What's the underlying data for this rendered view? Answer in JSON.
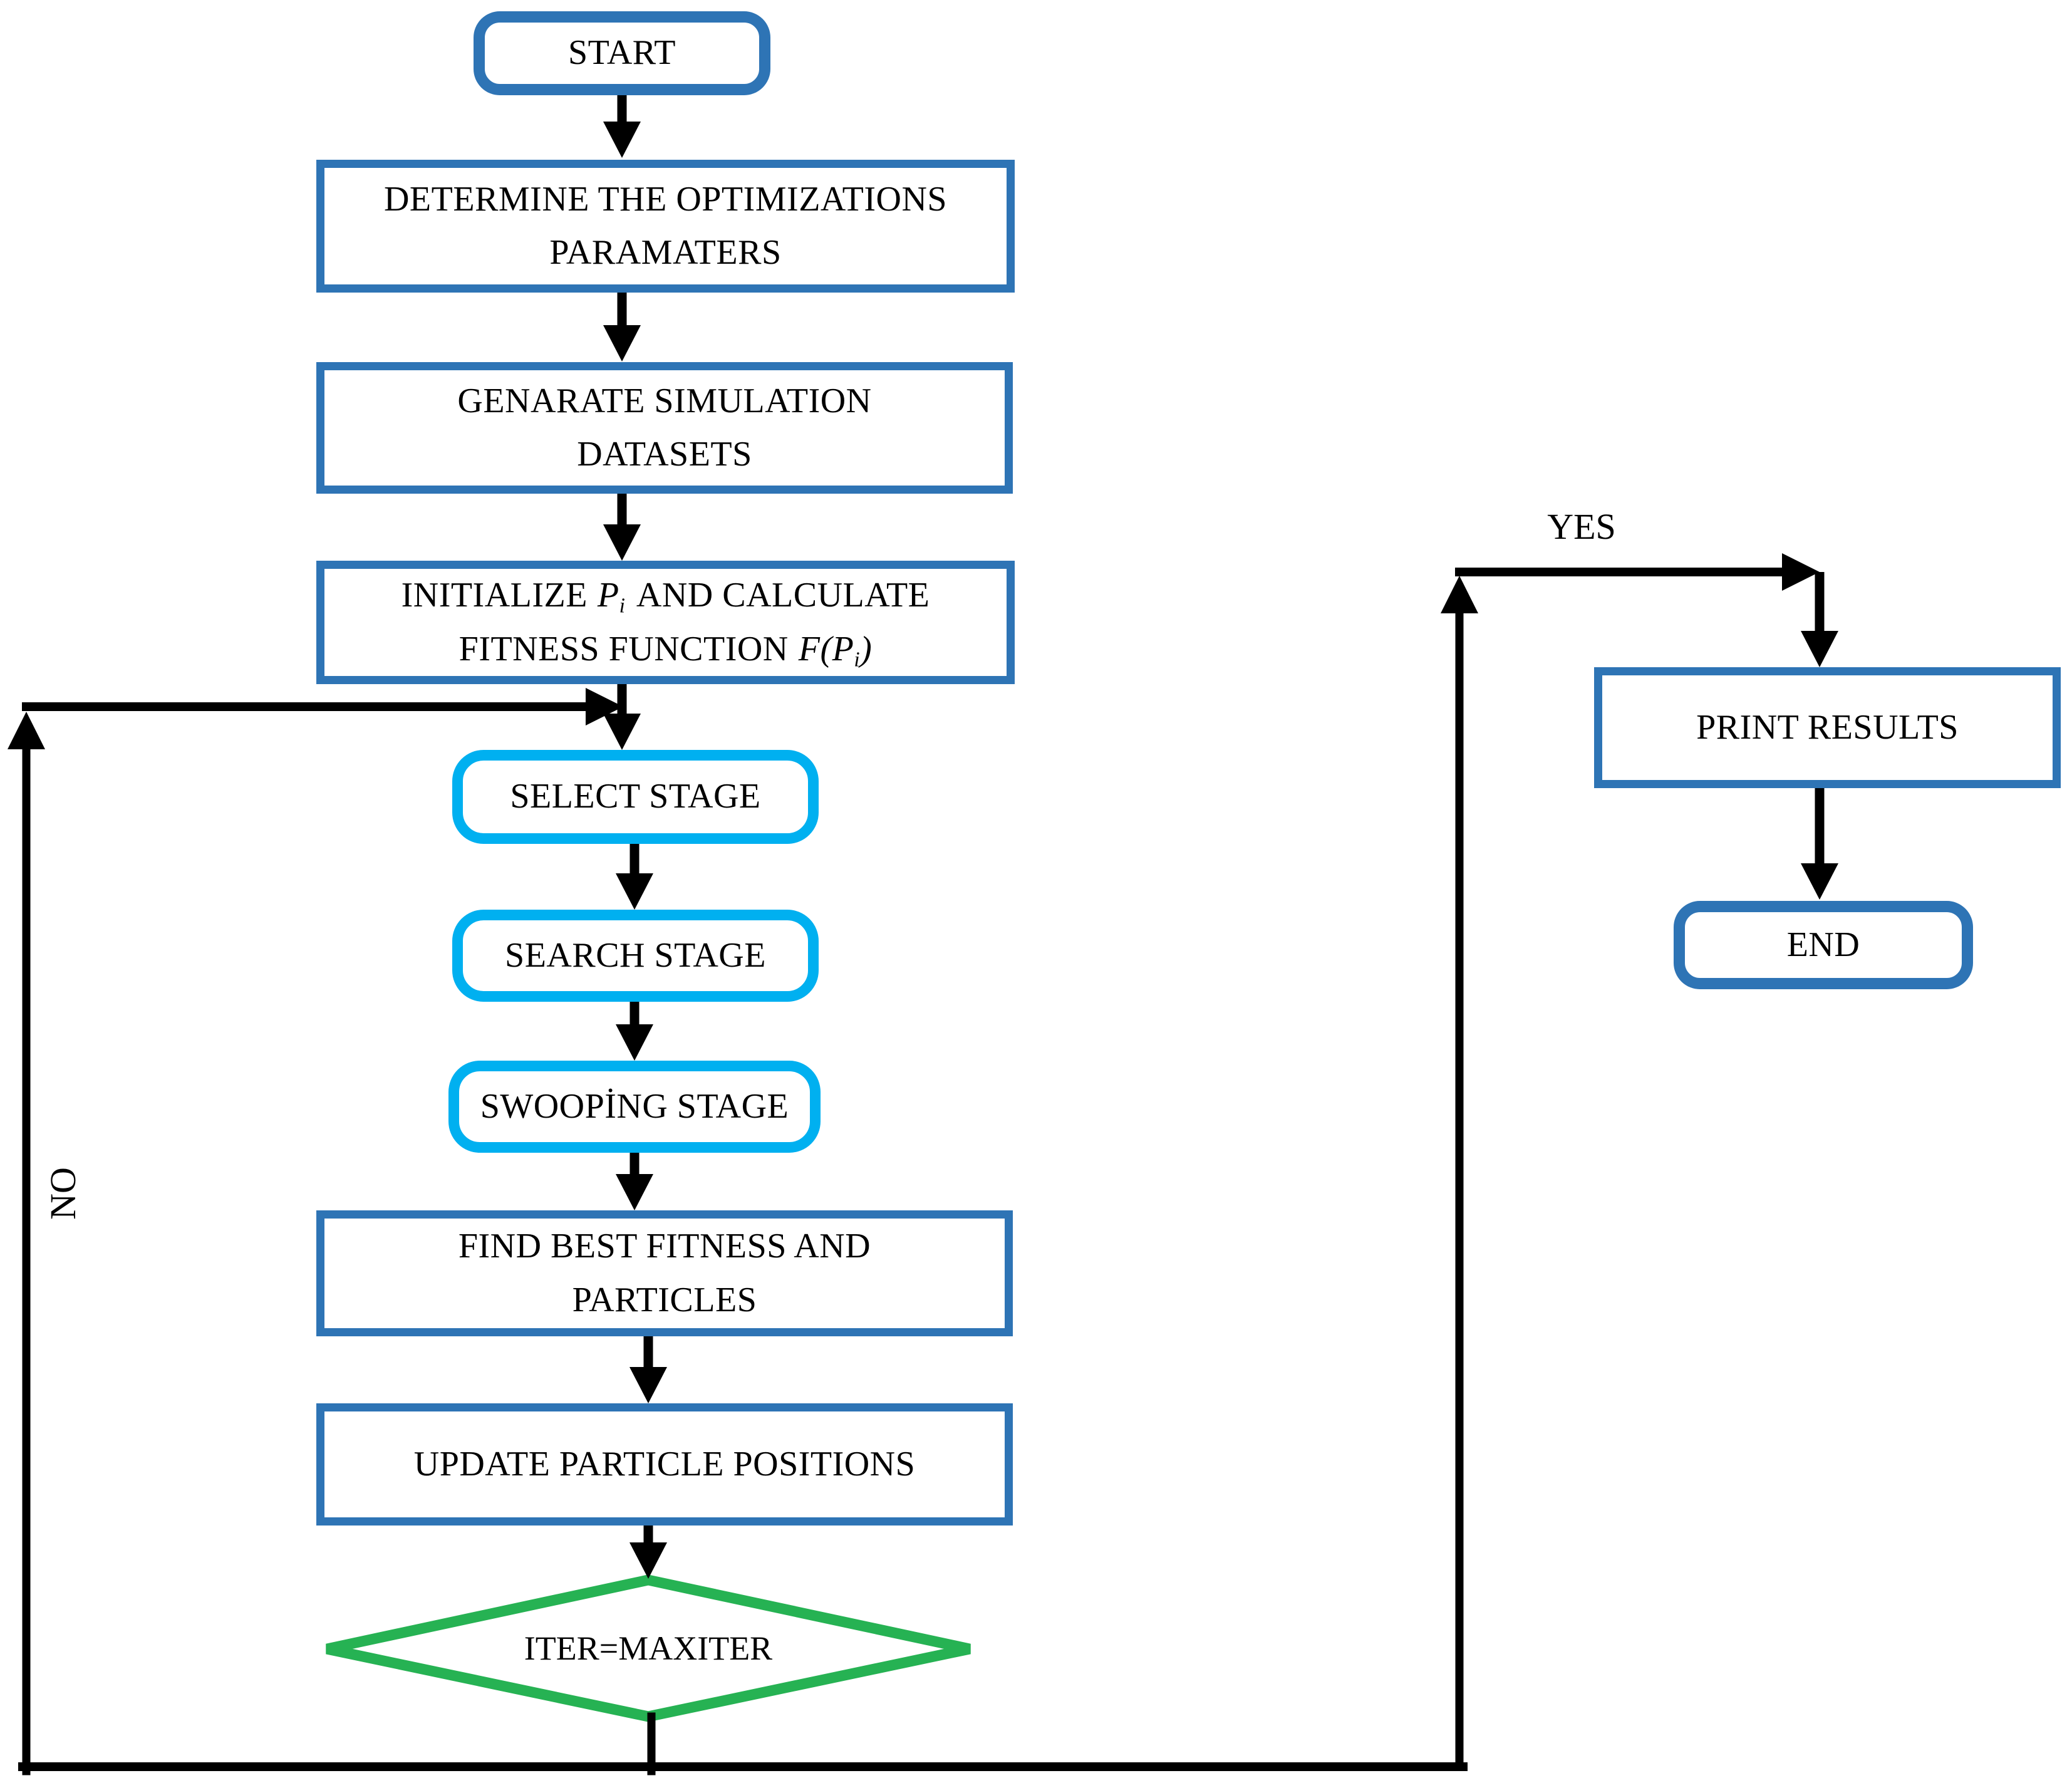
{
  "nodes": {
    "start": {
      "label": "START"
    },
    "determine": {
      "line1": "DETERMINE THE OPTIMIZATIONS",
      "line2": "PARAMATERS"
    },
    "generate": {
      "line1": "GENARATE SIMULATION",
      "line2": "DATASETS"
    },
    "initialize": {
      "l1a": "INITIALIZE",
      "l1b": "P",
      "l1c": "i",
      "l1d": " AND CALCULATE",
      "l2a": "FITNESS FUNCTION",
      "l2b": "F",
      "l2c": "(",
      "l2d": "P",
      "l2e": "i",
      "l2f": ")"
    },
    "select": {
      "label": "SELECT STAGE"
    },
    "search": {
      "label": "SEARCH STAGE"
    },
    "swooping": {
      "label": "SWOOPİNG STAGE"
    },
    "find_best": {
      "line1": "FIND BEST FITNESS AND",
      "line2": "PARTICLES"
    },
    "update": {
      "label": "UPDATE PARTICLE POSITIONS"
    },
    "decision": {
      "label": "ITER=MAXITER"
    },
    "print": {
      "label": "PRINT RESULTS"
    },
    "end": {
      "label": "END"
    }
  },
  "edges": {
    "yes_label": "YES",
    "no_label": "NO"
  },
  "colors": {
    "box_blue": "#2E74B5",
    "stage_cyan": "#00B0F0",
    "decision_green": "#26B253",
    "connector_black": "#000000"
  }
}
